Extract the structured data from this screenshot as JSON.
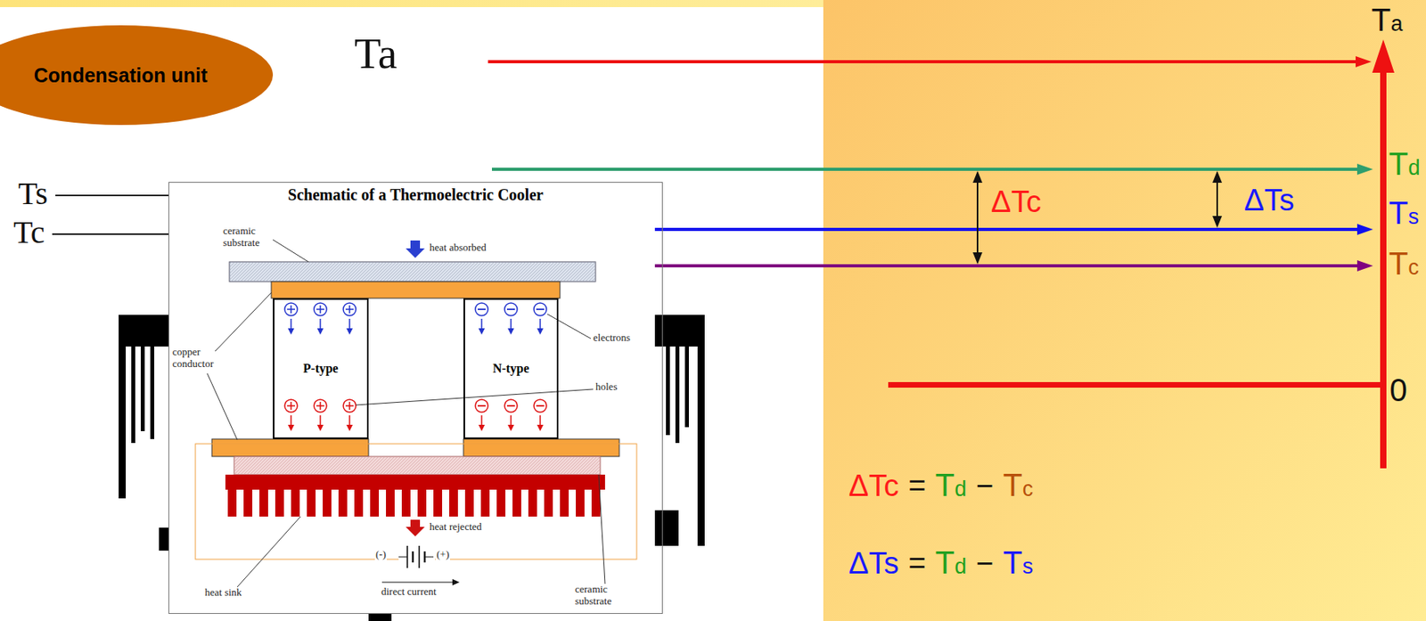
{
  "diagram": {
    "nodes": [
      {
        "text": [
          "Condensation unit"
        ]
      },
      {
        "text": [
          "Schematic of a Thermoelectric Cooler"
        ]
      },
      {
        "text": [
          "P-type"
        ],
        "in": 1
      },
      {
        "text": [
          "N-type"
        ],
        "in": 1
      }
    ],
    "labels": [
      "Ta",
      "Ts",
      "Tc",
      "ceramic substrate",
      "heat absorbed",
      "electrons",
      "copper conductor",
      "holes",
      "heat rejected",
      "heat sink",
      "(-)",
      "(+)",
      "direct current",
      "ceramic substrate",
      "Ta",
      "Td",
      "Ts",
      "Tc",
      "0",
      "ΔTc",
      "ΔTs",
      "ΔTc",
      "=",
      "Td",
      "−",
      "Tc",
      "ΔTs",
      "=",
      "Td",
      "−",
      "Ts"
    ]
  }
}
